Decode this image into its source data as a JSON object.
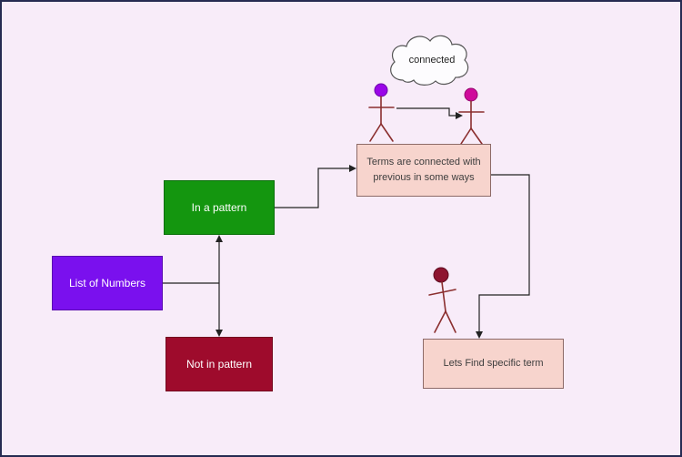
{
  "canvas": {
    "background": "#f8ecf9",
    "border_color": "#262b52"
  },
  "cloud": {
    "label": "connected"
  },
  "nodes": {
    "in_pattern": {
      "label": "In a pattern",
      "fill": "#14960f"
    },
    "list_of_numbers": {
      "label": "List of Numbers",
      "fill": "#7a10ee"
    },
    "not_in_pattern": {
      "label": "Not in pattern",
      "fill": "#9e0b2c"
    },
    "terms_connected": {
      "label": "Terms are connected with previous in some ways",
      "fill": "#f7d4cd"
    },
    "find_specific_term": {
      "label": "Lets Find specific term",
      "fill": "#f7d4cd"
    }
  },
  "figures": {
    "left_person": {
      "head_color": "#9a06e8"
    },
    "right_person": {
      "head_color": "#cf0b9b"
    },
    "bottom_person": {
      "head_color": "#8e1430"
    }
  },
  "connector_color": "#222222"
}
